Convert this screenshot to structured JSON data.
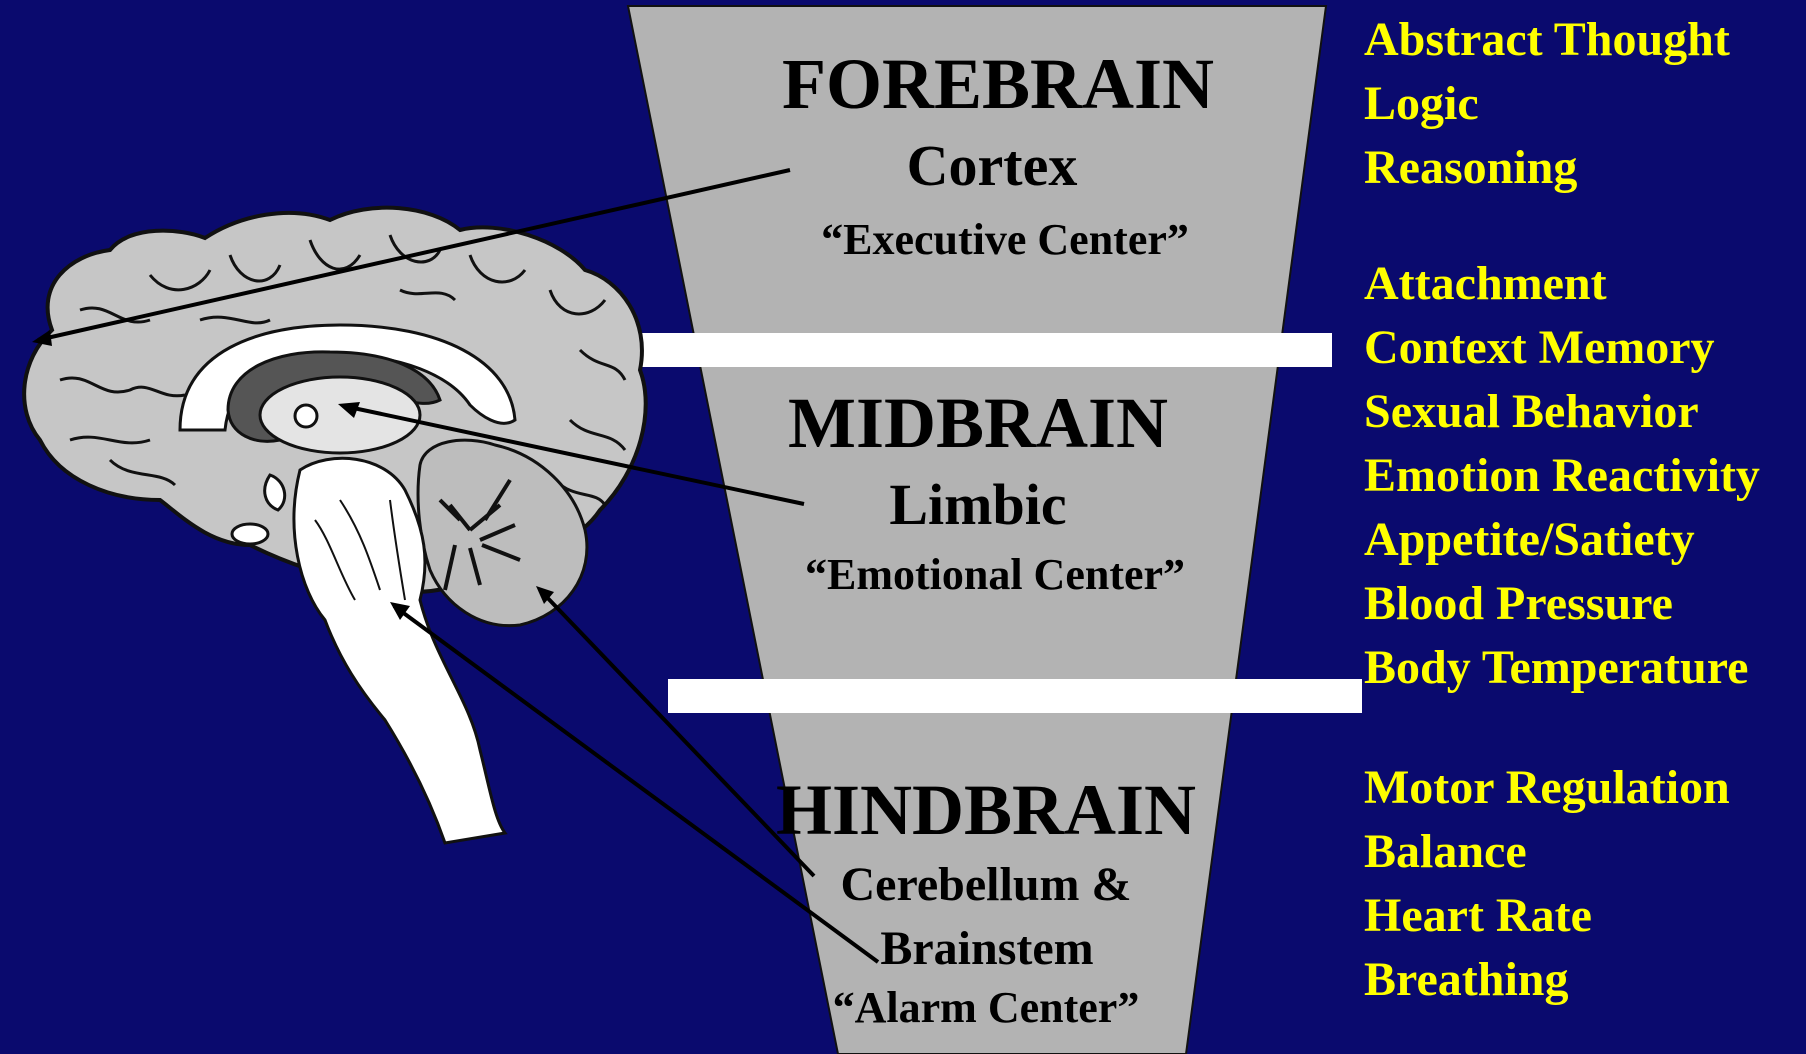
{
  "colors": {
    "background": "#0a0a6e",
    "funnel": "#b3b3b3",
    "divider": "#ffffff",
    "function_text": "#ffff00",
    "label_text": "#000000"
  },
  "sections": {
    "forebrain": {
      "title": "FOREBRAIN",
      "subtitle": "Cortex",
      "role": "“Executive Center”"
    },
    "midbrain": {
      "title": "MIDBRAIN",
      "subtitle": "Limbic",
      "role": "“Emotional Center”"
    },
    "hindbrain": {
      "title": "HINDBRAIN",
      "subtitle_line1": "Cerebellum &",
      "subtitle_line2": "Brainstem",
      "role": "“Alarm Center”"
    }
  },
  "functions": {
    "forebrain": [
      "Abstract Thought",
      "Logic",
      "Reasoning"
    ],
    "midbrain": [
      "Attachment",
      "Context Memory",
      "Sexual Behavior",
      "Emotion Reactivity",
      "Appetite/Satiety",
      "Blood Pressure",
      "Body Temperature"
    ],
    "hindbrain": [
      "Motor Regulation",
      "Balance",
      "Heart Rate",
      "Breathing"
    ]
  },
  "icons": [
    "brain-sagittal-illustration"
  ]
}
